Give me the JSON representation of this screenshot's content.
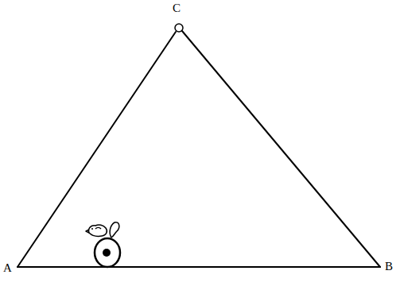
{
  "diagram": {
    "labels": [
      "C",
      "A",
      "B"
    ]
  }
}
